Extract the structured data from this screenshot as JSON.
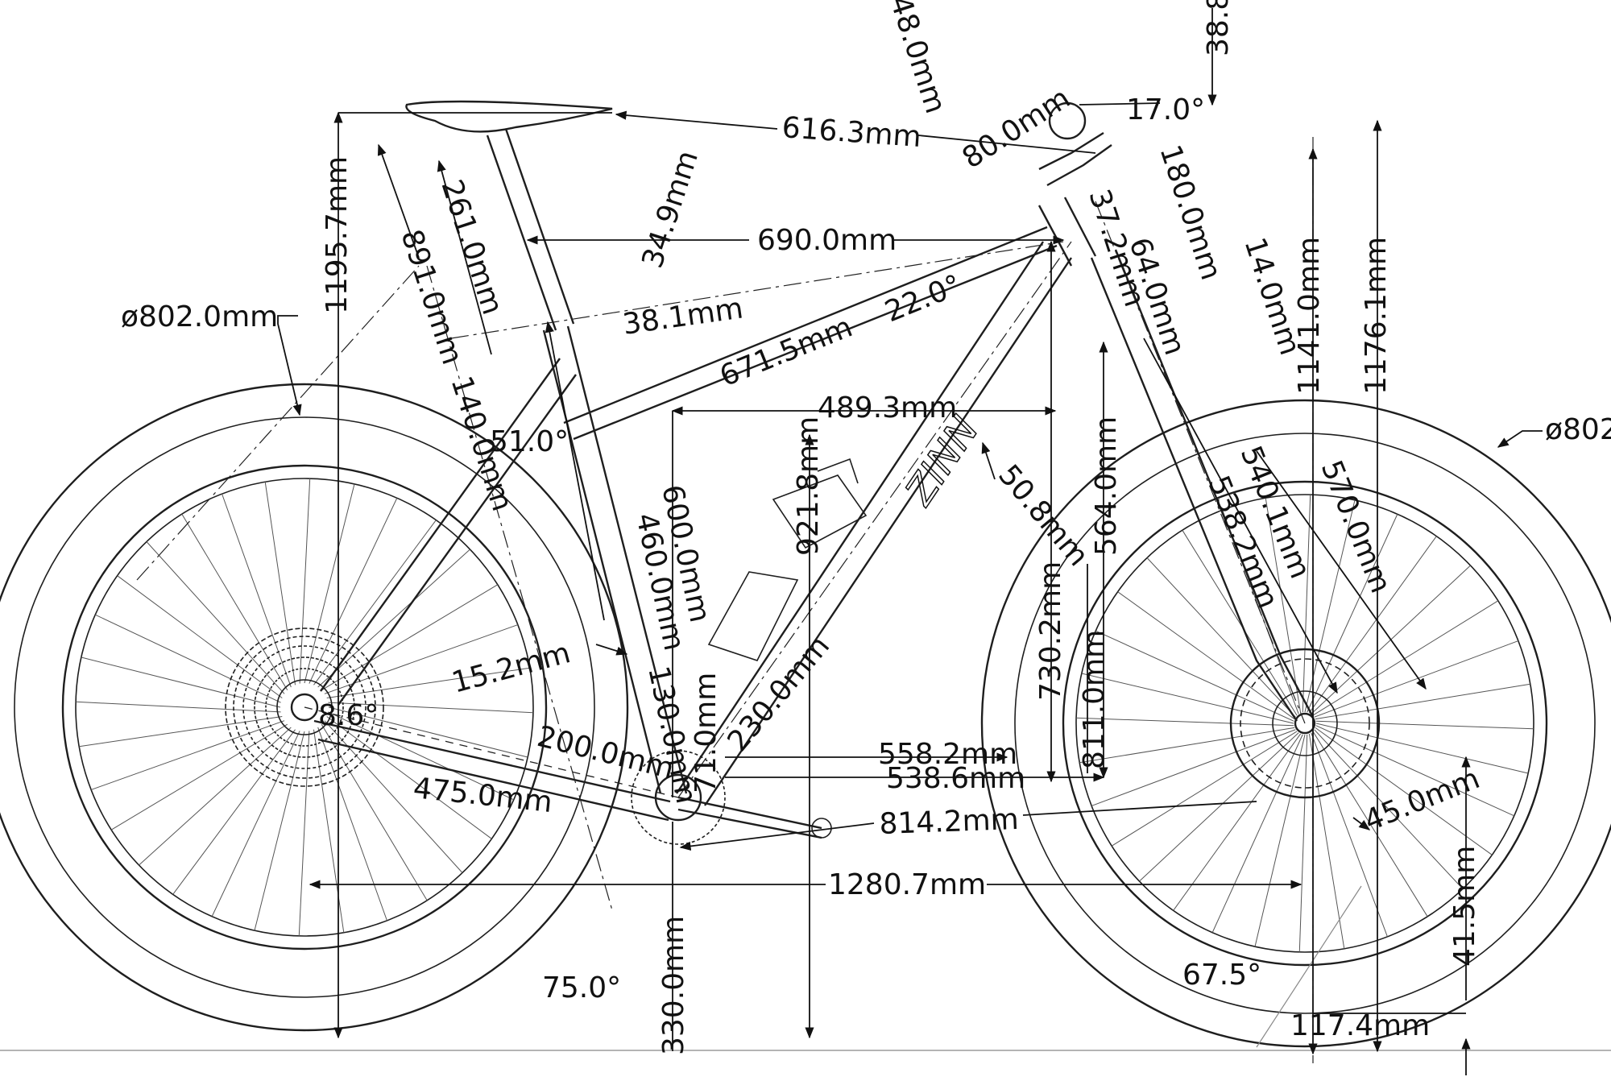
{
  "drawing": {
    "frame_logo": "ZINN",
    "dimensions": {
      "wheel_rear_diameter": "ø802.0mm",
      "wheel_front_diameter": "ø802",
      "saddle_height": "1195.7mm",
      "saddle_setback": "616.3mm",
      "stem_length": "80.0mm",
      "stem_angle": "17.0°",
      "stack_top": "38.8",
      "top_cut": "48.0mm",
      "seat_post_length": "261.0mm",
      "saddle_to_bb": "891.0mm",
      "seat_tube_diameter": "34.9mm",
      "seat_collar": "38.1mm",
      "top_tube_length": "690.0mm",
      "top_tube_angle": "22.0°",
      "top_tube_actual": "671.5mm",
      "seat_stay_offset": "140.0mm",
      "seat_stay_angle": "51.0°",
      "reach": "489.3mm",
      "seat_height_vertical": "921.8mm",
      "seat_tube_length": "600.0mm",
      "seat_tube_lower": "460.0mm",
      "down_tube_diameter": "50.8mm",
      "head_tube_vertical": "564.0mm",
      "head_tube_top": "37.2mm",
      "head_tube_length": "64.0mm",
      "spacer_stack": "180.0mm",
      "headset": "14.0mm",
      "handlebar_height": "1141.0mm",
      "handlebar_height_total": "1176.1mm",
      "fork_length": "540.1mm",
      "axle_to_crown": "570.0mm",
      "fork_offset_length": "538.2mm",
      "stack_vertical": "730.2mm",
      "bb_to_crown": "811.0mm",
      "chainring_offset": "15.2mm",
      "seat_tube_to_bb": "130.0mm",
      "bb_drop_small": "71.0mm",
      "crank_arm": "230.0mm",
      "cassette_angle": "8.6°",
      "chainstay_short": "200.0mm",
      "chainstay_length": "475.0mm",
      "front_center_horizontal": "558.2mm",
      "front_center_low": "538.6mm",
      "front_center": "814.2mm",
      "wheelbase": "1280.7mm",
      "fork_offset": "45.0mm",
      "trail": "41.5mm",
      "head_angle": "67.5°",
      "seat_angle": "75.0°",
      "bb_height": "330.0mm",
      "front_trail_horizontal": "117.4mm"
    }
  }
}
